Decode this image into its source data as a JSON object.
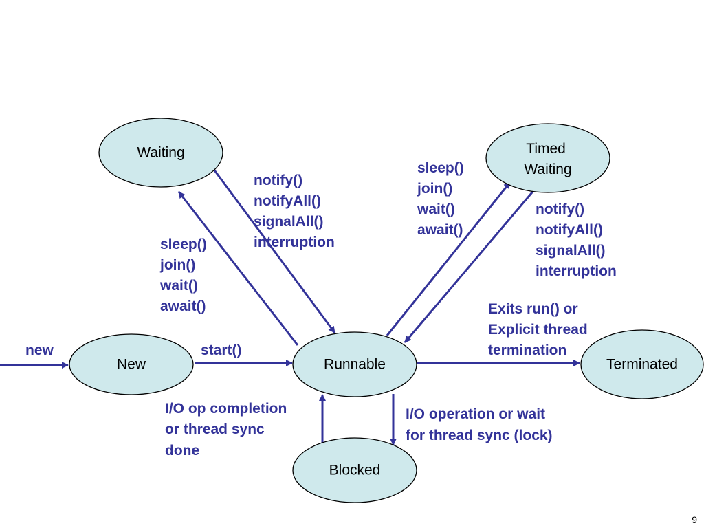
{
  "colors": {
    "node_fill": "#cfe9ec",
    "node_stroke": "#000000",
    "edge": "#333399",
    "edge_text": "#333399"
  },
  "states": {
    "waiting": "Waiting",
    "timed_waiting": [
      "Timed",
      "Waiting"
    ],
    "new": "New",
    "runnable": "Runnable",
    "terminated": "Terminated",
    "blocked": "Blocked"
  },
  "transitions": {
    "entry": {
      "label": [
        "new"
      ]
    },
    "new_to_runnable": {
      "label": [
        "start()"
      ]
    },
    "runnable_to_waiting": {
      "label": [
        "sleep()",
        "join()",
        "wait()",
        "await()"
      ]
    },
    "waiting_to_runnable": {
      "label": [
        "notify()",
        "notifyAll()",
        "signalAll()",
        "interruption"
      ]
    },
    "runnable_to_timed_waiting": {
      "label": [
        "sleep()",
        "join()",
        "wait()",
        "await()"
      ]
    },
    "timed_waiting_to_runnable": {
      "label": [
        "notify()",
        "notifyAll()",
        "signalAll()",
        "interruption"
      ]
    },
    "runnable_to_terminated": {
      "label": [
        "Exits run() or",
        "Explicit thread",
        "termination"
      ]
    },
    "blocked_to_runnable": {
      "label": [
        "I/O op completion",
        "or thread sync",
        "done"
      ]
    },
    "runnable_to_blocked": {
      "label": [
        "I/O operation or wait",
        "for thread sync (lock)"
      ]
    }
  },
  "page_number": "9"
}
